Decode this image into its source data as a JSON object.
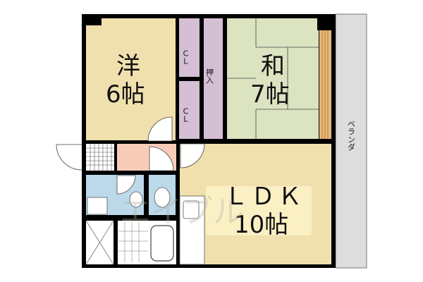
{
  "rooms": {
    "western": {
      "name": "洋",
      "size": "6帖",
      "color": "#f0e0ad"
    },
    "closet_top": {
      "name": "ＣＬ",
      "color": "#d5bfd5"
    },
    "closet_bottom": {
      "name": "ＣＬ",
      "color": "#d5bfd5"
    },
    "oshiire": {
      "name": "押入",
      "color": "#d5bfd5"
    },
    "japanese": {
      "name": "和",
      "size": "7帖",
      "color": "#dbe3c0"
    },
    "ldk": {
      "name": "ＬＤＫ",
      "size": "10帖",
      "color": "#f0e0ad"
    },
    "balcony": {
      "name": "ベランダ",
      "color": "#dddddd"
    },
    "hallway": {
      "color": "#f8cdb8"
    },
    "washroom": {
      "color": "#bcd9ea"
    },
    "toilet": {
      "color": "#bcd9ea"
    }
  },
  "watermark": "エイブル"
}
